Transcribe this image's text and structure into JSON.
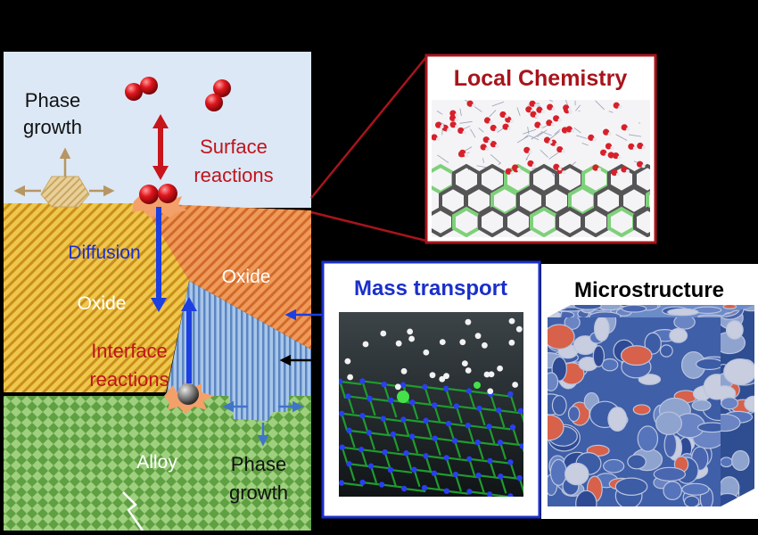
{
  "schematic": {
    "phase_growth_top": [
      "Phase",
      "growth"
    ],
    "surface_reactions": [
      "Surface",
      "reactions"
    ],
    "diffusion": "Diffusion",
    "oxide_left": "Oxide",
    "oxide_right": "Oxide",
    "interface_reactions": [
      "Interface",
      "reactions"
    ],
    "alloy": "Alloy",
    "phase_growth_bottom": [
      "Phase",
      "growth"
    ]
  },
  "panels": {
    "local_chemistry": {
      "title": "Local Chemistry",
      "border": "#a8141c",
      "title_color": "#a8141c"
    },
    "mass_transport": {
      "title": "Mass transport",
      "border": "#1a2fc9",
      "title_color": "#1a2fc9"
    },
    "microstructure": {
      "title": "Microstructure",
      "title_color": "#000000"
    }
  },
  "colors": {
    "sky": "#dce8f6",
    "oxide_yellow": "#e6b53a",
    "oxide_orange": "#e7864a",
    "inner_blue": "#7fa9d8",
    "alloy_green": "#7fba5c",
    "diffusion_arrow": "#1b3fe0",
    "reaction_arrow": "#c8141b"
  }
}
